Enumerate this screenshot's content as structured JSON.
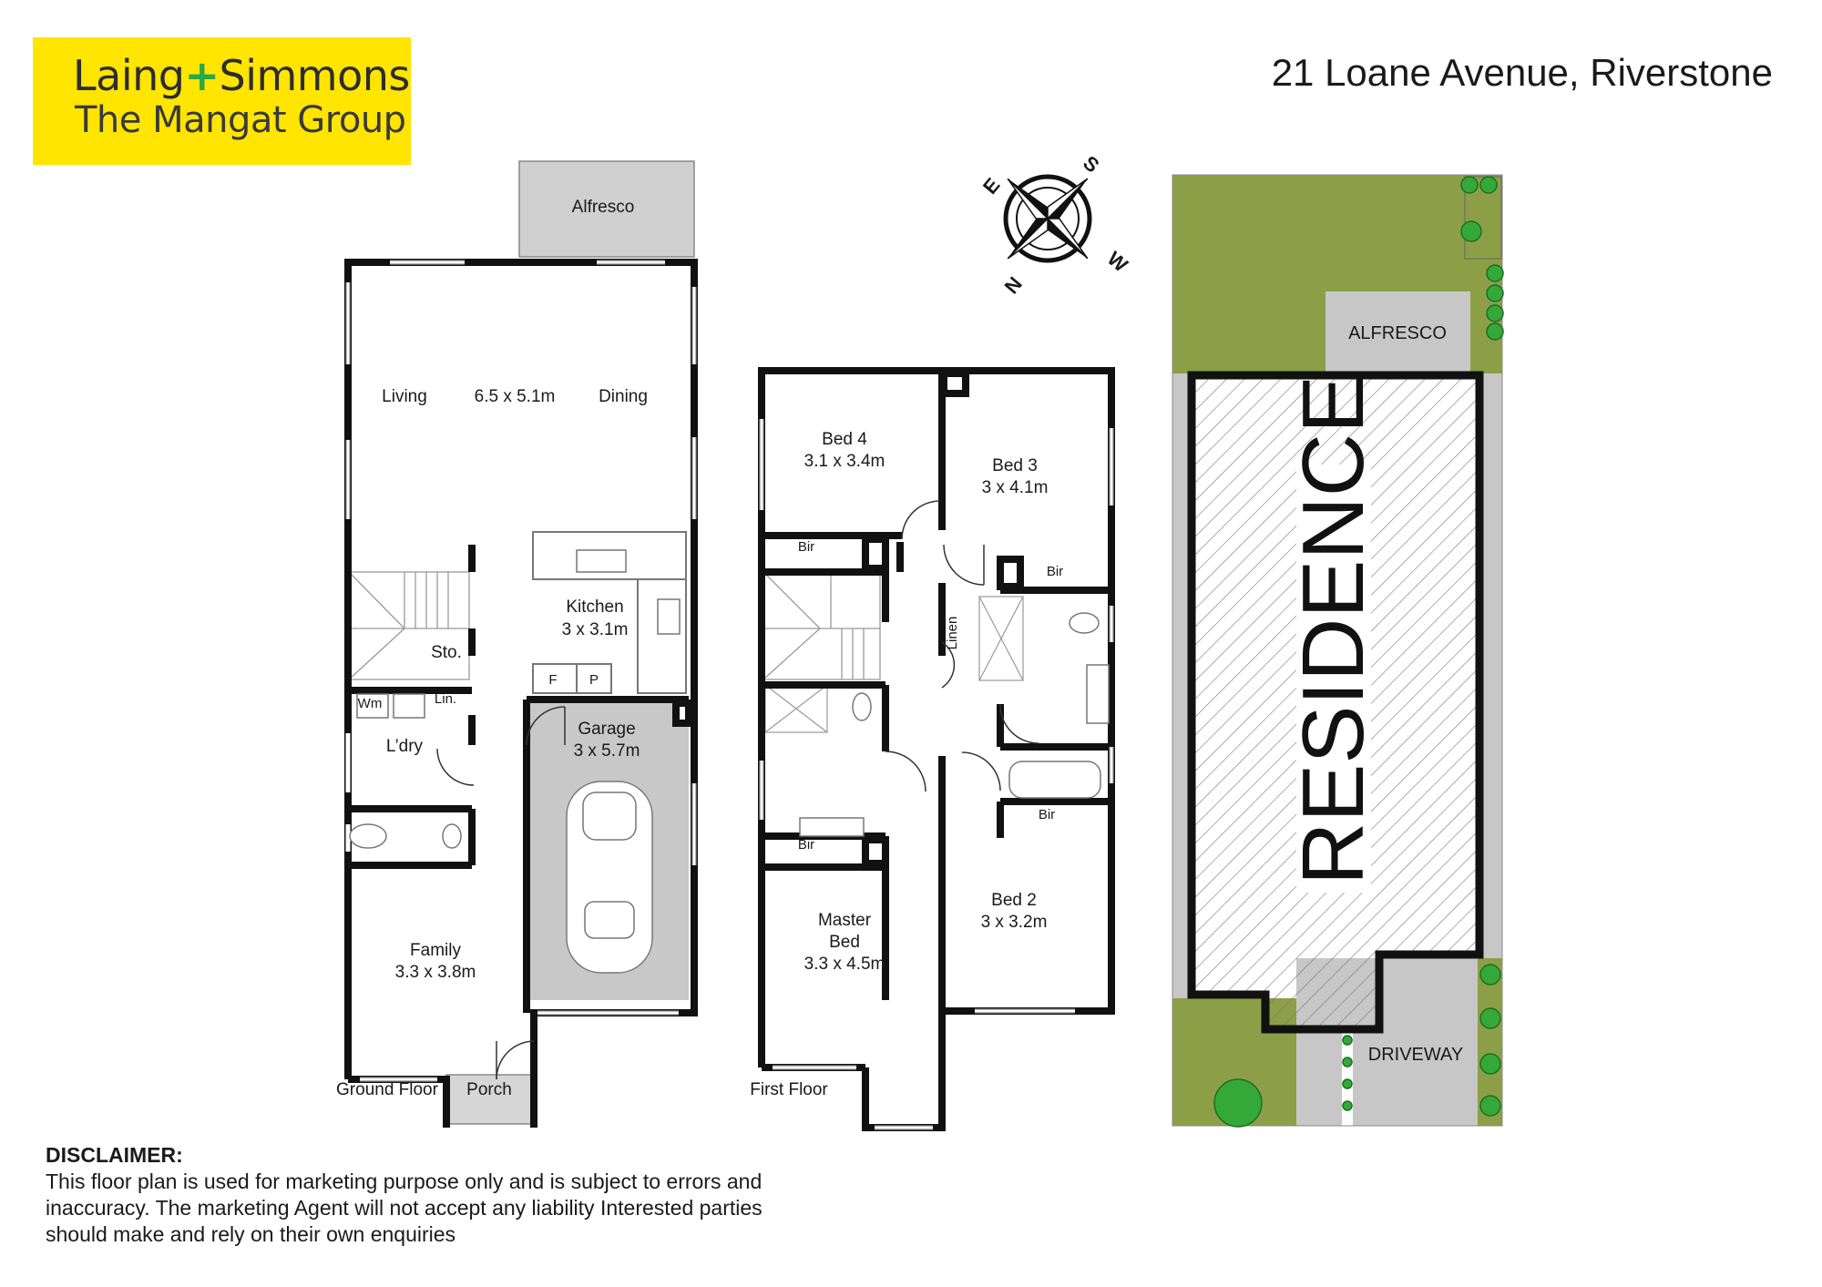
{
  "brand": {
    "line1": "Laing",
    "plus": "+",
    "line1b": "Simmons",
    "line2": "The Mangat Group"
  },
  "address": "21 Loane Avenue, Riverstone",
  "compass": {
    "n": "N",
    "s": "S",
    "e": "E",
    "w": "W"
  },
  "ground_floor": {
    "title": "Ground Floor",
    "porch": "Porch",
    "alfresco": "Alfresco",
    "living": "Living",
    "living_dims": "6.5 x 5.1m",
    "dining": "Dining",
    "kitchen": "Kitchen",
    "kitchen_dims": "3 x 3.1m",
    "fridge": "F",
    "pantry": "P",
    "storage": "Sto.",
    "washing": "Wm",
    "linen": "Lin.",
    "laundry": "L’dry",
    "garage": "Garage",
    "garage_dims": "3 x 5.7m",
    "family": "Family",
    "family_dims": "3.3 x 3.8m"
  },
  "first_floor": {
    "title": "First Floor",
    "bed4": "Bed 4",
    "bed4_dims": "3.1 x 3.4m",
    "bed3": "Bed 3",
    "bed3_dims": "3 x 4.1m",
    "bir": "Bir",
    "linen": "Linen",
    "master_l1": "Master",
    "master_l2": "Bed",
    "master_dims": "3.3 x 4.5m",
    "bed2": "Bed 2",
    "bed2_dims": "3 x 3.2m"
  },
  "site_plan": {
    "alfresco": "ALFRESCO",
    "residence": "RESIDENCE",
    "driveway": "DRIVEWAY"
  },
  "disclaimer": {
    "heading": "DISCLAIMER:",
    "line1": "This floor plan is used for marketing purpose only and is subject to errors and",
    "line2": "inaccuracy. The marketing Agent will not accept any liability Interested parties",
    "line3": "should make and rely on their own enquiries"
  },
  "colors": {
    "brand_yellow": "#ffe500",
    "brand_green": "#2aa84a",
    "garage_gray": "#c8c8c8",
    "lawn_green": "#8c9f47",
    "tree_green": "#35a83a"
  }
}
